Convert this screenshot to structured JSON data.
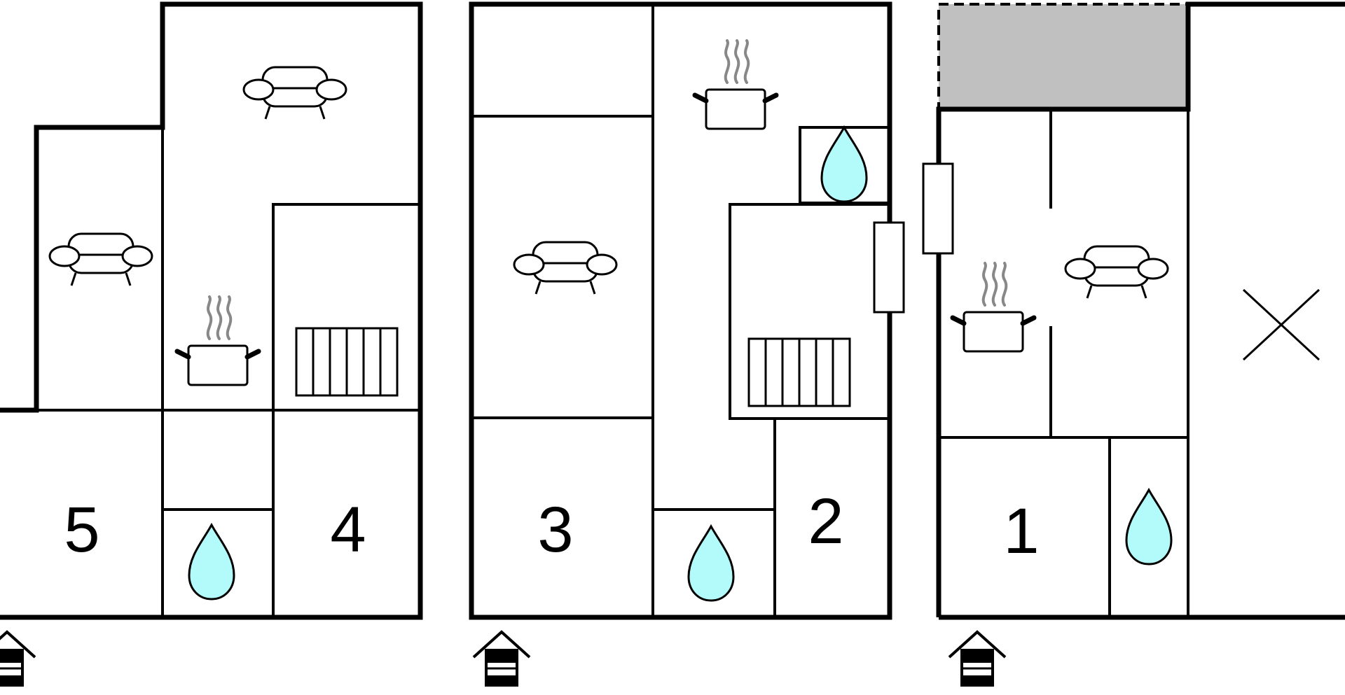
{
  "plan": {
    "room_numbers": [
      "5",
      "4",
      "3",
      "2",
      "1"
    ],
    "colors": {
      "wall": "#000000",
      "water_drop": "#b3fbfb",
      "terrace": "#c0c0c0",
      "steam": "#888888",
      "background": "#ffffff"
    },
    "icons": [
      "sofa-icon",
      "cooking-pot-icon",
      "water-drop-icon",
      "radiator-icon",
      "entrance-house-icon",
      "window-icon",
      "cross-mark-icon"
    ]
  }
}
